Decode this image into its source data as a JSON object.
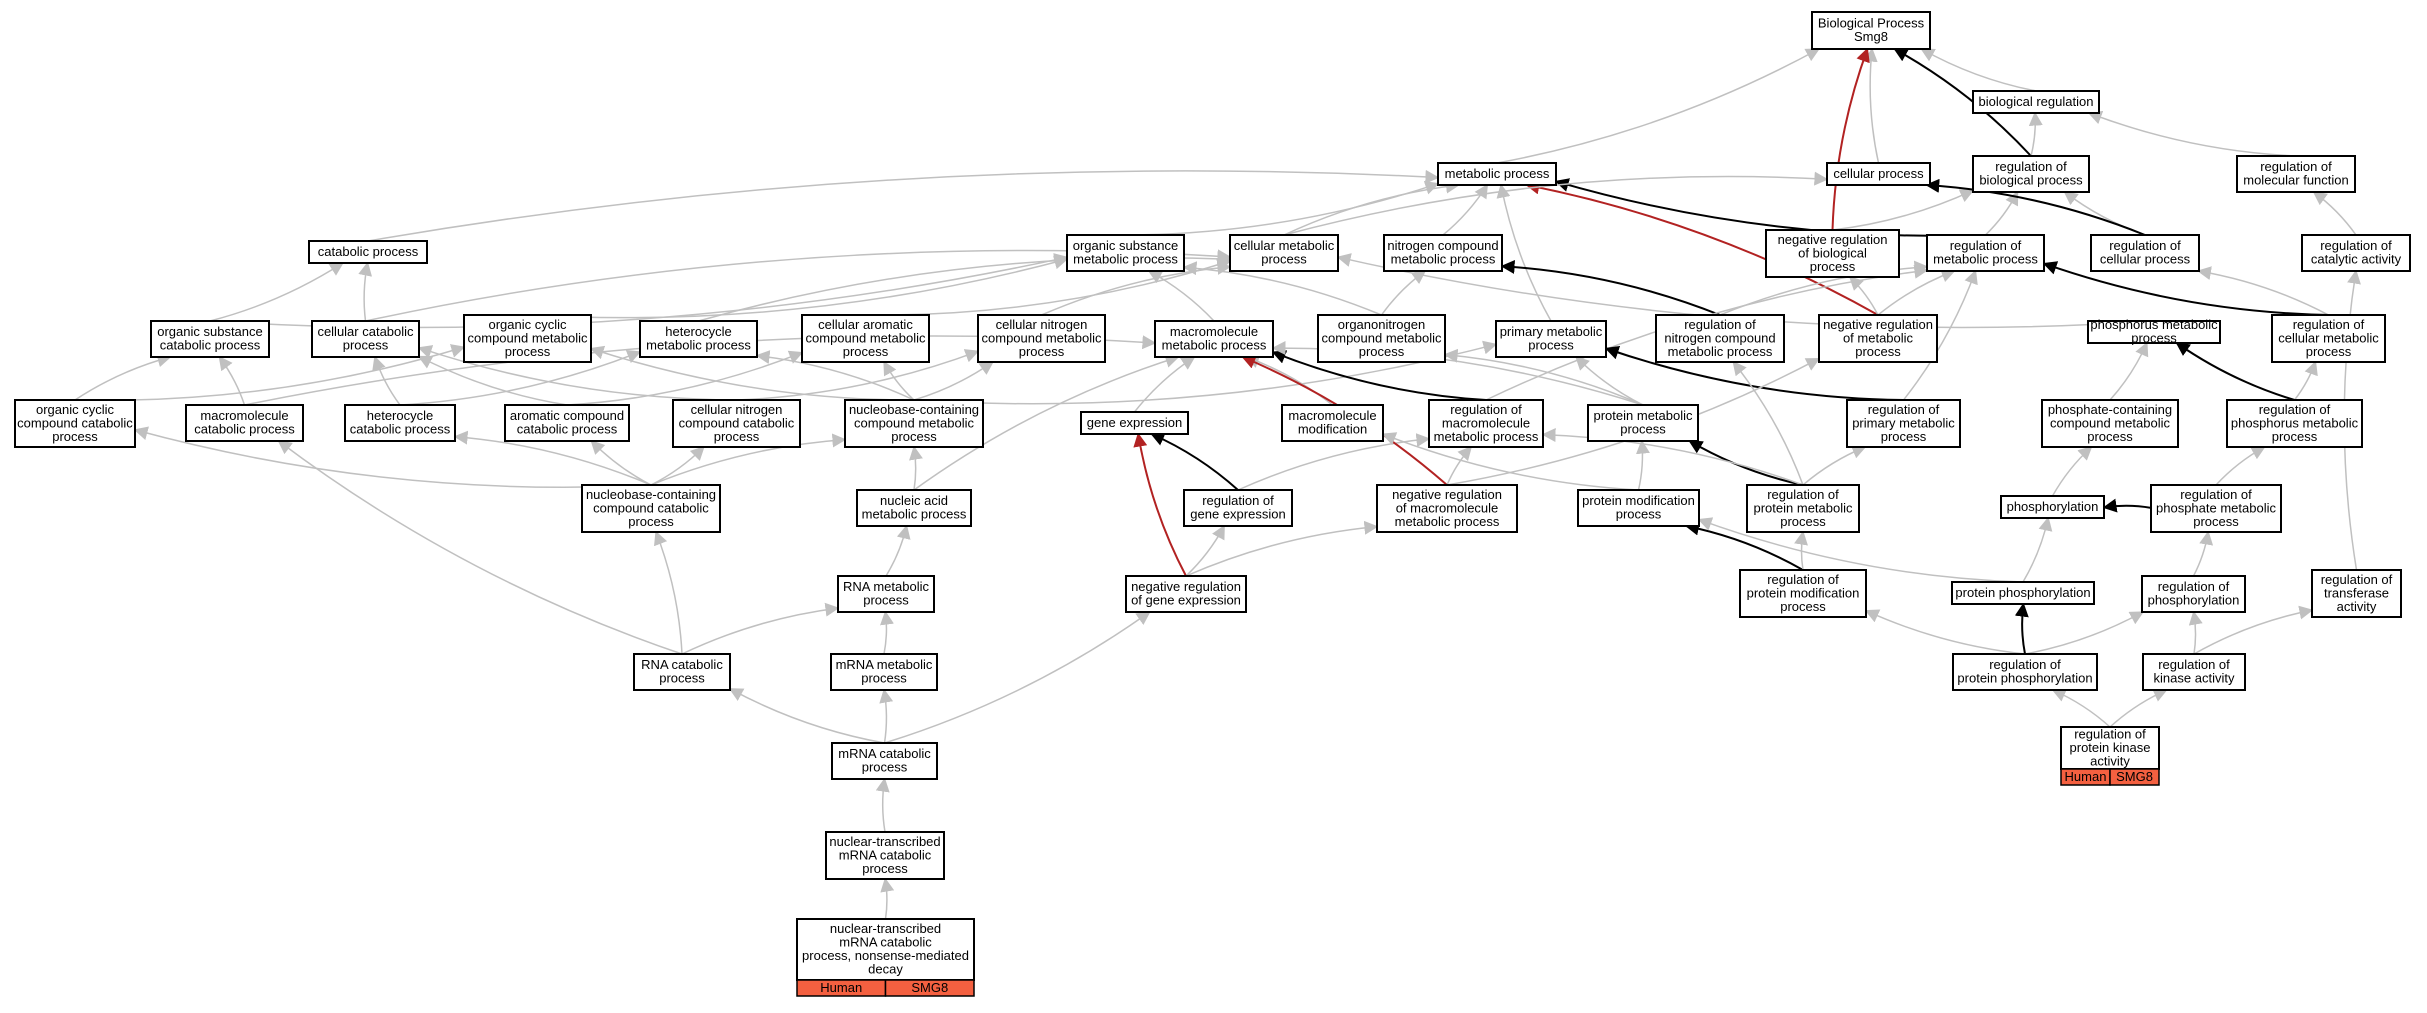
{
  "graph": {
    "colors": {
      "gray": "#c0c0c0",
      "black": "#000000",
      "red": "#b22222",
      "tag": "#f46040"
    },
    "nodes": [
      {
        "id": "bp",
        "lines": [
          "Biological Process",
          "Smg8"
        ]
      },
      {
        "id": "br",
        "lines": [
          "biological regulation"
        ]
      },
      {
        "id": "mp",
        "lines": [
          "metabolic process"
        ]
      },
      {
        "id": "cp",
        "lines": [
          "cellular process"
        ]
      },
      {
        "id": "rbp",
        "lines": [
          "regulation of",
          "biological process"
        ]
      },
      {
        "id": "rmf",
        "lines": [
          "regulation of",
          "molecular function"
        ]
      },
      {
        "id": "catp",
        "lines": [
          "catabolic process"
        ]
      },
      {
        "id": "osmp",
        "lines": [
          "organic substance",
          "metabolic process"
        ]
      },
      {
        "id": "cmp",
        "lines": [
          "cellular metabolic",
          "process"
        ]
      },
      {
        "id": "ncmp",
        "lines": [
          "nitrogen compound",
          "metabolic process"
        ]
      },
      {
        "id": "nrbp",
        "lines": [
          "negative regulation",
          "of biological",
          "process"
        ]
      },
      {
        "id": "rmp",
        "lines": [
          "regulation of",
          "metabolic process"
        ]
      },
      {
        "id": "rcp",
        "lines": [
          "regulation of",
          "cellular process"
        ]
      },
      {
        "id": "rca",
        "lines": [
          "regulation of",
          "catalytic activity"
        ]
      },
      {
        "id": "oscp",
        "lines": [
          "organic substance",
          "catabolic process"
        ]
      },
      {
        "id": "ccp",
        "lines": [
          "cellular catabolic",
          "process"
        ]
      },
      {
        "id": "occmp",
        "lines": [
          "organic cyclic",
          "compound metabolic",
          "process"
        ]
      },
      {
        "id": "hmp",
        "lines": [
          "heterocycle",
          "metabolic process"
        ]
      },
      {
        "id": "cacmp",
        "lines": [
          "cellular aromatic",
          "compound metabolic",
          "process"
        ]
      },
      {
        "id": "cncmp",
        "lines": [
          "cellular nitrogen",
          "compound metabolic",
          "process"
        ]
      },
      {
        "id": "mmp",
        "lines": [
          "macromolecule",
          "metabolic process"
        ]
      },
      {
        "id": "oncmp",
        "lines": [
          "organonitrogen",
          "compound metabolic",
          "process"
        ]
      },
      {
        "id": "pmp",
        "lines": [
          "primary metabolic",
          "process"
        ]
      },
      {
        "id": "rncmp",
        "lines": [
          "regulation of",
          "nitrogen compound",
          "metabolic process"
        ]
      },
      {
        "id": "nrmp",
        "lines": [
          "negative regulation",
          "of metabolic",
          "process"
        ]
      },
      {
        "id": "phmp",
        "lines": [
          "phosphorus metabolic",
          "process"
        ]
      },
      {
        "id": "rcmp",
        "lines": [
          "regulation of",
          "cellular metabolic",
          "process"
        ]
      },
      {
        "id": "occp",
        "lines": [
          "organic cyclic",
          "compound catabolic",
          "process"
        ]
      },
      {
        "id": "mcp",
        "lines": [
          "macromolecule",
          "catabolic process"
        ]
      },
      {
        "id": "hcp",
        "lines": [
          "heterocycle",
          "catabolic process"
        ]
      },
      {
        "id": "accp",
        "lines": [
          "aromatic compound",
          "catabolic process"
        ]
      },
      {
        "id": "cnccp",
        "lines": [
          "cellular nitrogen",
          "compound catabolic",
          "process"
        ]
      },
      {
        "id": "nbcmp",
        "lines": [
          "nucleobase-containing",
          "compound metabolic",
          "process"
        ]
      },
      {
        "id": "ge",
        "lines": [
          "gene expression"
        ]
      },
      {
        "id": "mm",
        "lines": [
          "macromolecule",
          "modification"
        ]
      },
      {
        "id": "rmmp",
        "lines": [
          "regulation of",
          "macromolecule",
          "metabolic process"
        ]
      },
      {
        "id": "prmp",
        "lines": [
          "protein metabolic",
          "process"
        ]
      },
      {
        "id": "rpmp",
        "lines": [
          "regulation of",
          "primary metabolic",
          "process"
        ]
      },
      {
        "id": "pcmp",
        "lines": [
          "phosphate-containing",
          "compound metabolic",
          "process"
        ]
      },
      {
        "id": "rphmp",
        "lines": [
          "regulation of",
          "phosphorus metabolic",
          "process"
        ]
      },
      {
        "id": "nbccp",
        "lines": [
          "nucleobase-containing",
          "compound catabolic",
          "process"
        ]
      },
      {
        "id": "namp",
        "lines": [
          "nucleic acid",
          "metabolic process"
        ]
      },
      {
        "id": "rge",
        "lines": [
          "regulation of",
          "gene expression"
        ]
      },
      {
        "id": "nrmmp",
        "lines": [
          "negative regulation",
          "of macromolecule",
          "metabolic process"
        ]
      },
      {
        "id": "pm",
        "lines": [
          "protein modification",
          "process"
        ]
      },
      {
        "id": "rprmp",
        "lines": [
          "regulation of",
          "protein metabolic",
          "process"
        ]
      },
      {
        "id": "phos",
        "lines": [
          "phosphorylation"
        ]
      },
      {
        "id": "rpcmp",
        "lines": [
          "regulation of",
          "phosphate metabolic",
          "process"
        ]
      },
      {
        "id": "rnamp",
        "lines": [
          "RNA metabolic",
          "process"
        ]
      },
      {
        "id": "nrge",
        "lines": [
          "negative regulation",
          "of gene expression"
        ]
      },
      {
        "id": "rpmod",
        "lines": [
          "regulation of",
          "protein modification",
          "process"
        ]
      },
      {
        "id": "pphos",
        "lines": [
          "protein phosphorylation"
        ]
      },
      {
        "id": "rphos",
        "lines": [
          "regulation of",
          "phosphorylation"
        ]
      },
      {
        "id": "rta",
        "lines": [
          "regulation of",
          "transferase",
          "activity"
        ]
      },
      {
        "id": "rnacp",
        "lines": [
          "RNA catabolic",
          "process"
        ]
      },
      {
        "id": "mrnamp",
        "lines": [
          "mRNA metabolic",
          "process"
        ]
      },
      {
        "id": "rpphos",
        "lines": [
          "regulation of",
          "protein phosphorylation"
        ]
      },
      {
        "id": "rka",
        "lines": [
          "regulation of",
          "kinase activity"
        ]
      },
      {
        "id": "rpka",
        "lines": [
          "regulation of",
          "protein kinase",
          "activity"
        ],
        "tags": [
          "Human",
          "SMG8"
        ]
      },
      {
        "id": "mrnacp",
        "lines": [
          "mRNA catabolic",
          "process"
        ]
      },
      {
        "id": "ntmcp",
        "lines": [
          "nuclear-transcribed",
          "mRNA catabolic",
          "process"
        ]
      },
      {
        "id": "nmd",
        "lines": [
          "nuclear-transcribed",
          "mRNA catabolic",
          "process, nonsense-mediated",
          "decay"
        ],
        "tags": [
          "Human",
          "SMG8"
        ]
      }
    ],
    "edges": [
      [
        "br",
        "bp",
        "gray"
      ],
      [
        "mp",
        "bp",
        "gray"
      ],
      [
        "cp",
        "bp",
        "gray"
      ],
      [
        "rbp",
        "bp",
        "black"
      ],
      [
        "nrbp",
        "bp",
        "red"
      ],
      [
        "rbp",
        "br",
        "gray"
      ],
      [
        "rmf",
        "br",
        "gray"
      ],
      [
        "rca",
        "rmf",
        "gray"
      ],
      [
        "rta",
        "rca",
        "gray"
      ],
      [
        "rmp",
        "rbp",
        "gray"
      ],
      [
        "rcp",
        "rbp",
        "gray"
      ],
      [
        "nrbp",
        "rbp",
        "gray"
      ],
      [
        "rmp",
        "mp",
        "black"
      ],
      [
        "rcp",
        "cp",
        "black"
      ],
      [
        "catp",
        "mp",
        "gray"
      ],
      [
        "osmp",
        "mp",
        "gray"
      ],
      [
        "cmp",
        "mp",
        "gray"
      ],
      [
        "ncmp",
        "mp",
        "gray"
      ],
      [
        "pmp",
        "mp",
        "gray"
      ],
      [
        "nrmp",
        "mp",
        "red"
      ],
      [
        "cmp",
        "cp",
        "gray"
      ],
      [
        "rcmp",
        "rcp",
        "gray"
      ],
      [
        "rcmp",
        "rmp",
        "black"
      ],
      [
        "nrmp",
        "nrbp",
        "gray"
      ],
      [
        "nrmp",
        "rmp",
        "gray"
      ],
      [
        "rncmp",
        "ncmp",
        "black"
      ],
      [
        "rncmp",
        "rmp",
        "gray"
      ],
      [
        "rpmp",
        "rmp",
        "gray"
      ],
      [
        "rmmp",
        "rmp",
        "gray"
      ],
      [
        "oscp",
        "catp",
        "gray"
      ],
      [
        "ccp",
        "catp",
        "gray"
      ],
      [
        "oscp",
        "osmp",
        "gray"
      ],
      [
        "ccp",
        "cmp",
        "gray"
      ],
      [
        "occmp",
        "osmp",
        "gray"
      ],
      [
        "hmp",
        "cmp",
        "gray"
      ],
      [
        "cacmp",
        "cmp",
        "gray"
      ],
      [
        "cncmp",
        "cmp",
        "gray"
      ],
      [
        "mmp",
        "osmp",
        "gray"
      ],
      [
        "oncmp",
        "ncmp",
        "gray"
      ],
      [
        "oncmp",
        "osmp",
        "gray"
      ],
      [
        "phmp",
        "cmp",
        "gray"
      ],
      [
        "occp",
        "occmp",
        "gray"
      ],
      [
        "occp",
        "oscp",
        "gray"
      ],
      [
        "mcp",
        "oscp",
        "gray"
      ],
      [
        "mcp",
        "mmp",
        "gray"
      ],
      [
        "hcp",
        "hmp",
        "gray"
      ],
      [
        "hcp",
        "ccp",
        "gray"
      ],
      [
        "accp",
        "cacmp",
        "gray"
      ],
      [
        "accp",
        "ccp",
        "gray"
      ],
      [
        "cnccp",
        "cncmp",
        "gray"
      ],
      [
        "cnccp",
        "ccp",
        "gray"
      ],
      [
        "nbcmp",
        "hmp",
        "gray"
      ],
      [
        "nbcmp",
        "cacmp",
        "gray"
      ],
      [
        "nbcmp",
        "cncmp",
        "gray"
      ],
      [
        "nbcmp",
        "occmp",
        "gray"
      ],
      [
        "nbcmp",
        "pmp",
        "gray"
      ],
      [
        "ge",
        "mmp",
        "gray"
      ],
      [
        "mm",
        "mmp",
        "gray"
      ],
      [
        "rmmp",
        "mmp",
        "black"
      ],
      [
        "prmp",
        "mmp",
        "gray"
      ],
      [
        "prmp",
        "pmp",
        "gray"
      ],
      [
        "prmp",
        "oncmp",
        "gray"
      ],
      [
        "rpmp",
        "pmp",
        "black"
      ],
      [
        "pcmp",
        "phmp",
        "gray"
      ],
      [
        "rphmp",
        "phmp",
        "black"
      ],
      [
        "rphmp",
        "rcmp",
        "gray"
      ],
      [
        "nbccp",
        "occp",
        "gray"
      ],
      [
        "nbccp",
        "hcp",
        "gray"
      ],
      [
        "nbccp",
        "accp",
        "gray"
      ],
      [
        "nbccp",
        "cnccp",
        "gray"
      ],
      [
        "nbccp",
        "nbcmp",
        "gray"
      ],
      [
        "namp",
        "nbcmp",
        "gray"
      ],
      [
        "namp",
        "mmp",
        "gray"
      ],
      [
        "rge",
        "ge",
        "black"
      ],
      [
        "rge",
        "rmmp",
        "gray"
      ],
      [
        "nrmmp",
        "mmp",
        "red"
      ],
      [
        "nrmmp",
        "rmmp",
        "gray"
      ],
      [
        "nrmmp",
        "nrmp",
        "gray"
      ],
      [
        "pm",
        "mm",
        "gray"
      ],
      [
        "pm",
        "prmp",
        "gray"
      ],
      [
        "rprmp",
        "prmp",
        "black"
      ],
      [
        "rprmp",
        "rmmp",
        "gray"
      ],
      [
        "rprmp",
        "rpmp",
        "gray"
      ],
      [
        "rprmp",
        "rncmp",
        "gray"
      ],
      [
        "phos",
        "pcmp",
        "gray"
      ],
      [
        "rpcmp",
        "phos",
        "black"
      ],
      [
        "rpcmp",
        "rphmp",
        "gray"
      ],
      [
        "rnamp",
        "namp",
        "gray"
      ],
      [
        "nrge",
        "ge",
        "red"
      ],
      [
        "nrge",
        "rge",
        "gray"
      ],
      [
        "nrge",
        "nrmmp",
        "gray"
      ],
      [
        "rpmod",
        "pm",
        "black"
      ],
      [
        "rpmod",
        "rprmp",
        "gray"
      ],
      [
        "pphos",
        "phos",
        "gray"
      ],
      [
        "pphos",
        "pm",
        "gray"
      ],
      [
        "rphos",
        "rpcmp",
        "gray"
      ],
      [
        "rnacp",
        "rnamp",
        "gray"
      ],
      [
        "rnacp",
        "nbccp",
        "gray"
      ],
      [
        "rnacp",
        "mcp",
        "gray"
      ],
      [
        "mrnamp",
        "rnamp",
        "gray"
      ],
      [
        "rpphos",
        "pphos",
        "black"
      ],
      [
        "rpphos",
        "rphos",
        "gray"
      ],
      [
        "rpphos",
        "rpmod",
        "gray"
      ],
      [
        "rka",
        "rphos",
        "gray"
      ],
      [
        "rka",
        "rta",
        "gray"
      ],
      [
        "rpka",
        "rpphos",
        "gray"
      ],
      [
        "rpka",
        "rka",
        "gray"
      ],
      [
        "mrnacp",
        "mrnamp",
        "gray"
      ],
      [
        "mrnacp",
        "rnacp",
        "gray"
      ],
      [
        "mrnacp",
        "nrge",
        "gray"
      ],
      [
        "ntmcp",
        "mrnacp",
        "gray"
      ],
      [
        "nmd",
        "ntmcp",
        "gray"
      ]
    ]
  }
}
